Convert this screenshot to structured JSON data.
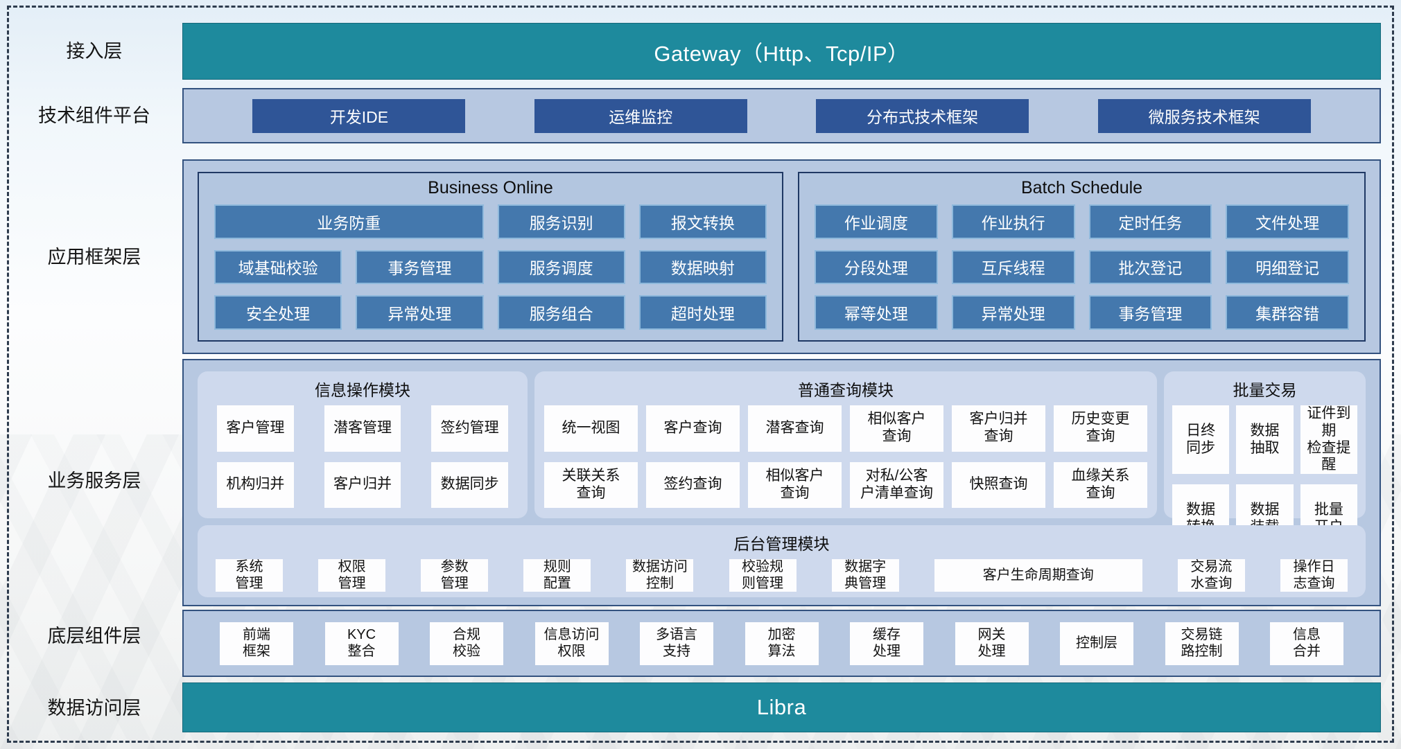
{
  "colors": {
    "teal": "#1E8A9D",
    "band_bg": "#B7C8E1",
    "band_border": "#33527F",
    "subbox_bg": "#B3C6E0",
    "subbox_border": "#1F3864",
    "dark_button": "#2F5597",
    "steel_button": "#4478AD",
    "steel_button_border": "#8FB9DC",
    "panel_bg": "#CED9ED",
    "white_button": "#FDFDFE"
  },
  "layers": {
    "access": {
      "label": "接入层",
      "gateway": "Gateway（Http、Tcp/IP）"
    },
    "tech": {
      "label": "技术组件平台",
      "items": [
        "开发IDE",
        "运维监控",
        "分布式技术框架",
        "微服务技术框架"
      ]
    },
    "app": {
      "label": "应用框架层",
      "business_online": {
        "title": "Business Online",
        "buttons": [
          "业务防重",
          "服务识别",
          "报文转换",
          "域基础校验",
          "事务管理",
          "服务调度",
          "数据映射",
          "安全处理",
          "异常处理",
          "服务组合",
          "超时处理"
        ]
      },
      "batch_schedule": {
        "title": "Batch Schedule",
        "buttons": [
          "作业调度",
          "作业执行",
          "定时任务",
          "文件处理",
          "分段处理",
          "互斥线程",
          "批次登记",
          "明细登记",
          "幂等处理",
          "异常处理",
          "事务管理",
          "集群容错"
        ]
      }
    },
    "service": {
      "label": "业务服务层",
      "info_module": {
        "title": "信息操作模块",
        "buttons": [
          "客户管理",
          "潜客管理",
          "签约管理",
          "机构归并",
          "客户归并",
          "数据同步"
        ]
      },
      "query_module": {
        "title": "普通查询模块",
        "buttons": [
          "统一视图",
          "客户查询",
          "潜客查询",
          "相似客户\n查询",
          "客户归并\n查询",
          "历史变更\n查询",
          "关联关系\n查询",
          "签约查询",
          "相似客户\n查询",
          "对私/公客\n户清单查询",
          "快照查询",
          "血缘关系\n查询"
        ]
      },
      "batch_trade": {
        "title": "批量交易",
        "buttons": [
          "日终\n同步",
          "数据\n抽取",
          "证件到期\n检查提醒",
          "数据\n转换",
          "数据\n装载",
          "批量\n开户"
        ]
      },
      "admin_module": {
        "title": "后台管理模块",
        "buttons": [
          "系统\n管理",
          "权限\n管理",
          "参数\n管理",
          "规则\n配置",
          "数据访问\n控制",
          "校验规\n则管理",
          "数据字\n典管理",
          "客户生命周期查询",
          "交易流\n水查询",
          "操作日\n志查询"
        ]
      }
    },
    "base": {
      "label": "底层组件层",
      "buttons": [
        "前端\n框架",
        "KYC\n整合",
        "合规\n校验",
        "信息访问\n权限",
        "多语言\n支持",
        "加密\n算法",
        "缓存\n处理",
        "网关\n处理",
        "控制层",
        "交易链\n路控制",
        "信息\n合并"
      ]
    },
    "data_access": {
      "label": "数据访问层",
      "bar": "Libra"
    }
  }
}
